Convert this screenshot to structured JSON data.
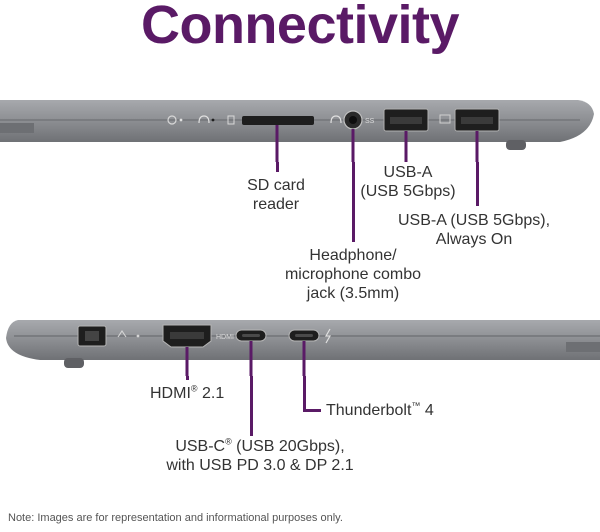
{
  "title": "Connectivity",
  "colors": {
    "accent": "#5a1a66",
    "chassis": "#8d8f94",
    "text": "#333333"
  },
  "top_side": {
    "labels": {
      "sd_card": [
        "SD card",
        "reader"
      ],
      "usb_a": [
        "USB-A",
        "(USB 5Gbps)"
      ],
      "usb_a_always_on": [
        "USB-A (USB 5Gbps),",
        "Always On"
      ],
      "headphone": [
        "Headphone/",
        "microphone combo",
        "jack (3.5mm)"
      ]
    },
    "port_marks": {
      "usb_mark": "SS",
      "power_mark": "⏻"
    }
  },
  "bottom_side": {
    "labels": {
      "hdmi": {
        "name": "HDMI",
        "mark": "®",
        "version": " 2.1"
      },
      "thunderbolt": {
        "name": "Thunderbolt",
        "mark": "™",
        "version": " 4"
      },
      "usb_c": {
        "line1_a": "USB-C",
        "mark": "®",
        "line1_b": " (USB 20Gbps),",
        "line2": "with USB PD 3.0 & DP 2.1"
      }
    },
    "port_marks": {
      "hdmi_mark": "HDMI"
    }
  },
  "note": "Note: Images are for representation and informational purposes only."
}
